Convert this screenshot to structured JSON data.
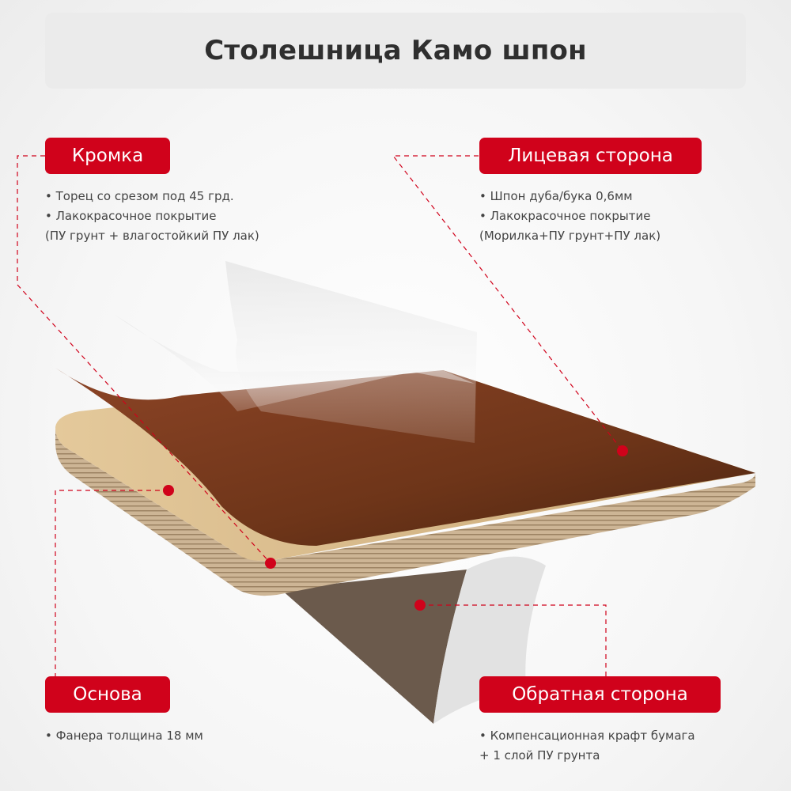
{
  "title": "Столешница Камо шпон",
  "labels": {
    "edge": {
      "title": "Кромка",
      "lines": [
        "• Торец со срезом под 45 грд.",
        "• Лакокрасочное покрытие",
        "(ПУ грунт + влагостойкий ПУ лак)"
      ]
    },
    "face": {
      "title": "Лицевая сторона",
      "lines": [
        "• Шпон дуба/бука 0,6мм",
        "• Лакокрасочное покрытие",
        "(Морилка+ПУ грунт+ПУ лак)"
      ]
    },
    "base": {
      "title": "Основа",
      "lines": [
        "• Фанера толщина 18 мм"
      ]
    },
    "back": {
      "title": "Обратная сторона",
      "lines": [
        "• Компенсационная крафт бумага",
        "+ 1 слой ПУ грунта"
      ]
    }
  },
  "colors": {
    "accent": "#d0021b",
    "veneer": "#7a3a1f",
    "plywood": "#d9bb8c",
    "kraft": "#6b5a4c"
  }
}
